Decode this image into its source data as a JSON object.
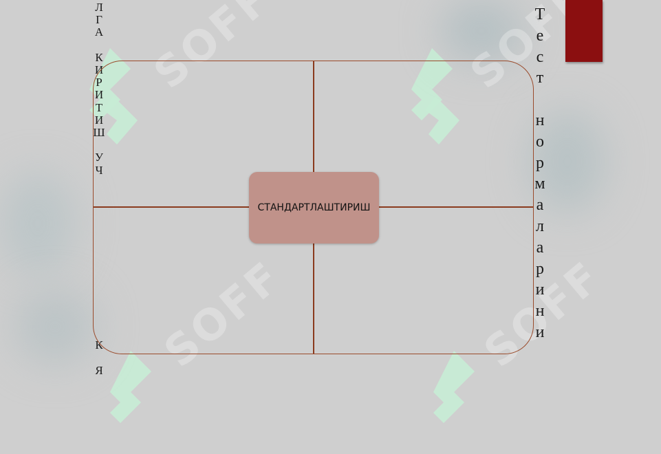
{
  "left_text": {
    "letters": [
      "Л",
      "Г",
      "А",
      "",
      "К",
      "И",
      "Р",
      "И",
      "Т",
      "И",
      "Ш",
      "",
      "У",
      "Ч",
      "",
      "",
      "",
      "",
      "",
      "",
      "",
      "",
      "",
      "",
      "",
      "",
      "",
      "К",
      "",
      "Я"
    ]
  },
  "right_text": {
    "letters": [
      "Т",
      "е",
      "с",
      "т",
      "",
      "н",
      "о",
      "р",
      "м",
      "а",
      "л",
      "а",
      "р",
      "и",
      "н",
      "и"
    ]
  },
  "center": {
    "label": "СТАНДАРТЛАШТИРИШ"
  },
  "watermark": {
    "text": "SOFF",
    "color": "#c8efd8"
  },
  "colors": {
    "accent_red": "#8b0f10",
    "frame": "#9a4a2a",
    "center_fill": "#c0928a"
  }
}
